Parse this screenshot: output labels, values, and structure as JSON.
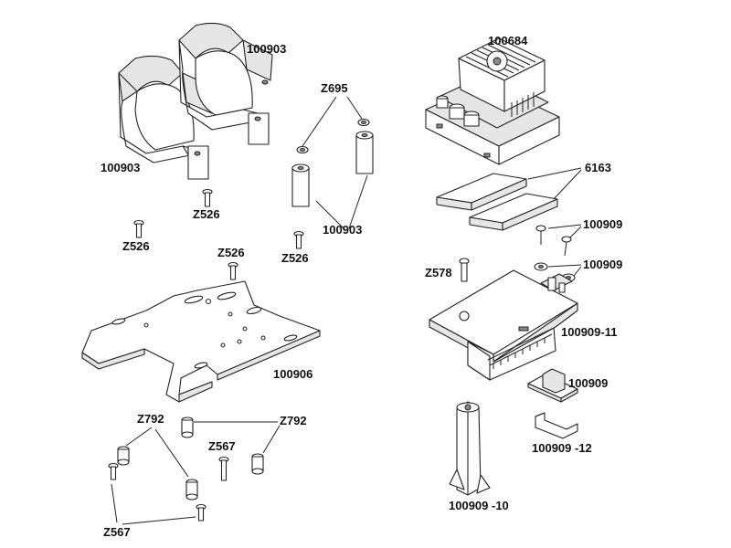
{
  "labels": {
    "motor_mount_upper": "100903",
    "motor_mount_lower": "100903",
    "spacer_posts": "100903",
    "washers": "Z695",
    "esc": "100684",
    "tape_pads": "6163",
    "screw_a": "Z526",
    "screw_b": "Z526",
    "screw_c": "Z526",
    "screw_d": "Z526",
    "base_plate": "100906",
    "fan_screws": "100909",
    "fan_washers": "100909",
    "screw_z578": "Z578",
    "esc_tray": "100909-11",
    "switch": "100909",
    "switch_clip": "100909 -12",
    "tray_post": "100909 -10",
    "z792_left": "Z792",
    "z792_right": "Z792",
    "z567_center": "Z567",
    "z567_left": "Z567"
  }
}
